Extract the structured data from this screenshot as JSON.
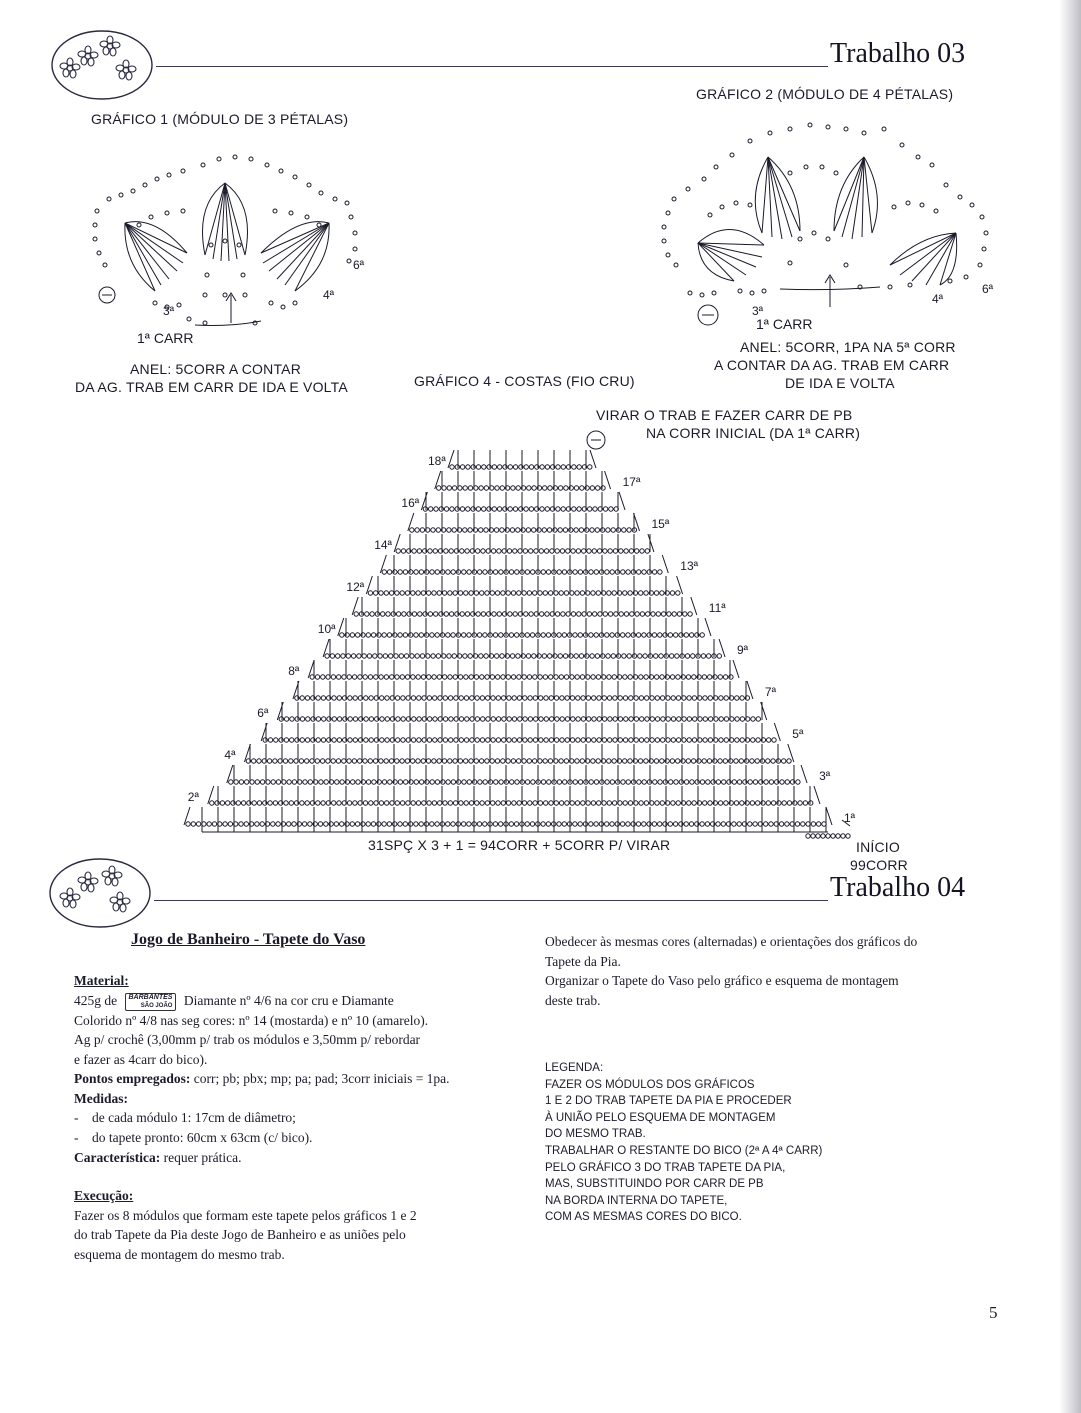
{
  "trabalho03": {
    "title": "Trabalho 03"
  },
  "trabalho04": {
    "title": "Trabalho 04"
  },
  "grafico1": {
    "title": "GRÁFICO 1 (MÓDULO DE 3 PÉTALAS)",
    "labels": [
      "3ª",
      "4ª",
      "6ª",
      "1ª CARR"
    ],
    "note_lines": [
      "ANEL: 5CORR A CONTAR",
      "DA AG. TRAB EM CARR DE IDA E VOLTA"
    ]
  },
  "grafico2": {
    "title": "GRÁFICO 2 (MÓDULO DE 4 PÉTALAS)",
    "labels": [
      "3ª",
      "4ª",
      "6ª",
      "1ª CARR"
    ],
    "note_lines": [
      "ANEL: 5CORR, 1PA NA 5ª CORR",
      "A CONTAR DA AG. TRAB EM CARR",
      "DE IDA E VOLTA"
    ]
  },
  "grafico4": {
    "title": "GRÁFICO 4 - COSTAS (FIO CRU)",
    "top_note_lines": [
      "VIRAR O TRAB E FAZER CARR DE PB",
      "NA CORR INICIAL (DA 1ª CARR)"
    ],
    "left_rows": [
      "2ª",
      "4ª",
      "6ª",
      "8ª",
      "10ª",
      "12ª",
      "14ª",
      "16ª",
      "18ª"
    ],
    "right_rows": [
      "1ª",
      "3ª",
      "5ª",
      "7ª",
      "9ª",
      "11ª",
      "13ª",
      "15ª",
      "17ª"
    ],
    "bottom_formula": "31SPÇ X 3 + 1 = 94CORR + 5CORR P/ VIRAR",
    "start_lines": [
      "INÍCIO",
      "99CORR"
    ]
  },
  "article": {
    "heading": "Jogo de Banheiro - Tapete do Vaso",
    "material_title": "Material:",
    "material_prefix": "425g de",
    "brand_line1": "BARBANTES",
    "brand_line2": "SÃO JOÃO",
    "material_rest": "Diamante nº 4/6 na cor cru e Diamante",
    "material_line2": "Colorido nº 4/8 nas seg cores: nº 14 (mostarda) e nº 10 (amarelo).",
    "material_line3": "Ag p/ crochê (3,00mm p/ trab os módulos e 3,50mm p/ rebordar",
    "material_line4": "e fazer as 4carr do bico).",
    "pontos_label": "Pontos empregados:",
    "pontos_text": "corr; pb; pbx; mp; pa; pad; 3corr iniciais = 1pa.",
    "medidas_label": "Medidas:",
    "medidas_items": [
      "de cada módulo 1: 17cm de diâmetro;",
      "do tapete pronto: 60cm x 63cm (c/ bico)."
    ],
    "caracteristica_label": "Característica:",
    "caracteristica_text": "requer prática.",
    "execucao_title": "Execução:",
    "execucao_lines": [
      "Fazer os 8 módulos que formam este tapete pelos gráficos 1 e 2",
      "do trab Tapete da Pia deste Jogo de Banheiro e as uniões pelo",
      "esquema de montagem do mesmo trab."
    ],
    "right_lines": [
      "Obedecer às mesmas cores (alternadas) e orientações dos gráficos do",
      "Tapete da Pia.",
      "Organizar o Tapete do Vaso pelo gráfico e esquema de montagem",
      "deste trab."
    ],
    "legend_lines": [
      "LEGENDA:",
      "FAZER OS MÓDULOS DOS GRÁFICOS",
      "1 E 2 DO TRAB TAPETE DA PIA E PROCEDER",
      "À UNIÃO PELO ESQUEMA DE MONTAGEM",
      "DO MESMO TRAB.",
      "TRABALHAR O RESTANTE DO BICO (2ª A 4ª CARR)",
      "PELO GRÁFICO 3 DO TRAB TAPETE DA PIA,",
      "MAS, SUBSTITUINDO POR CARR DE PB",
      "NA BORDA INTERNA DO TAPETE,",
      "COM AS MESMAS CORES DO BICO."
    ]
  },
  "page_number": "5",
  "colors": {
    "ink": "#1a1a2a",
    "paper": "#ffffff",
    "rule": "#3a3a55"
  }
}
